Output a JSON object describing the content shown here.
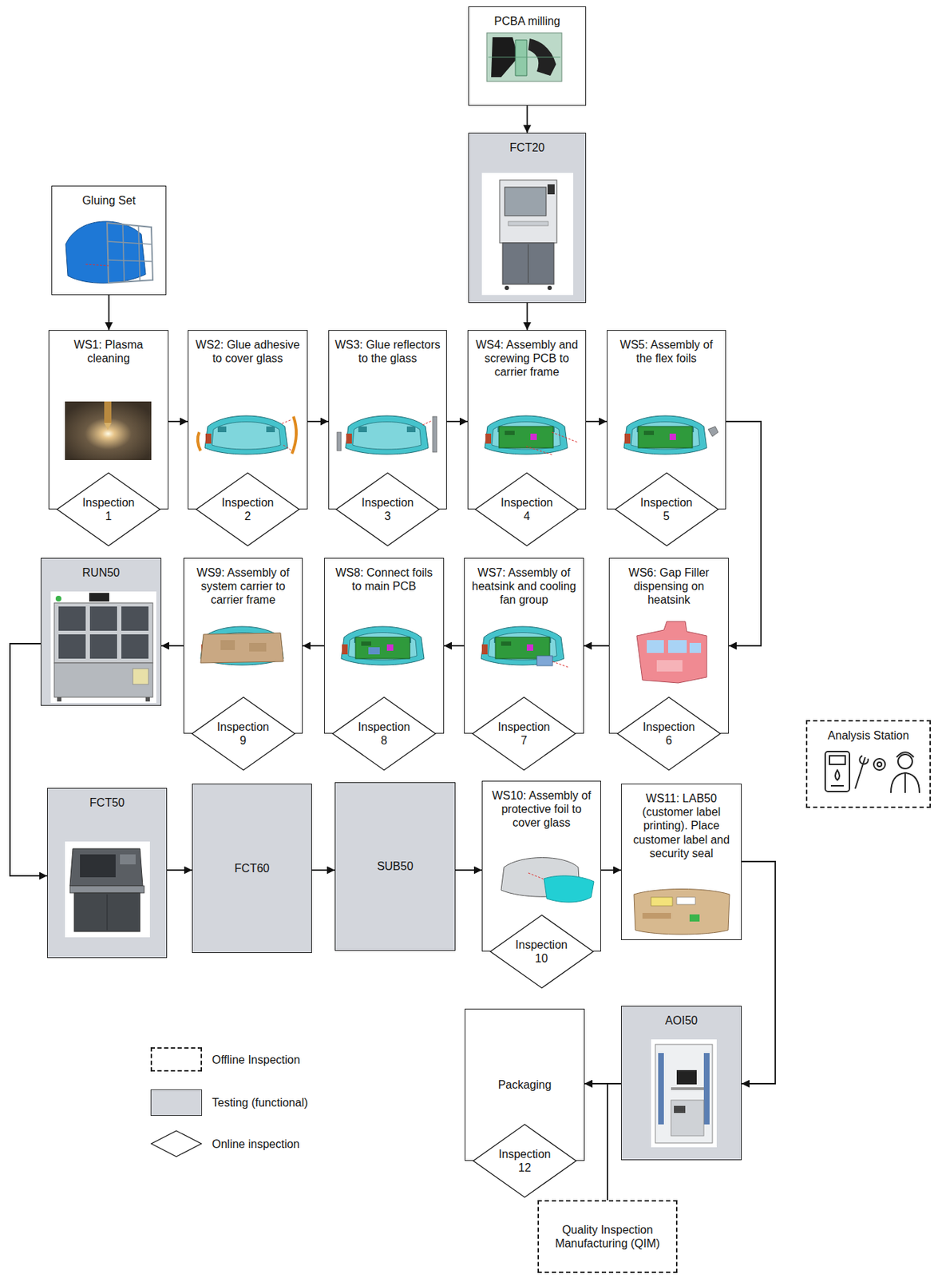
{
  "diagram": {
    "nodes": [
      {
        "text": [
          "PCBA milling"
        ]
      },
      {
        "text": [
          "FCT20"
        ]
      },
      {
        "text": [
          "Gluing Set"
        ]
      },
      {
        "text": [
          "WS1: Plasma cleaning"
        ]
      },
      {
        "text": [
          "Inspection 1"
        ],
        "in": 3
      },
      {
        "text": [
          "WS2: Glue adhesive to cover glass"
        ]
      },
      {
        "text": [
          "Inspection 2"
        ],
        "in": 5
      },
      {
        "text": [
          "WS3: Glue reflectors to the glass"
        ]
      },
      {
        "text": [
          "Inspection 3"
        ],
        "in": 7
      },
      {
        "text": [
          "WS4: Assembly and screwing PCB to carrier frame"
        ]
      },
      {
        "text": [
          "Inspection 4"
        ],
        "in": 9
      },
      {
        "text": [
          "WS5: Assembly of the flex foils"
        ]
      },
      {
        "text": [
          "Inspection 5"
        ],
        "in": 11
      },
      {
        "text": [
          "RUN50"
        ]
      },
      {
        "text": [
          "WS9: Assembly of system carrier to carrier frame"
        ]
      },
      {
        "text": [
          "Inspection 9"
        ],
        "in": 14
      },
      {
        "text": [
          "WS8: Connect foils to main PCB"
        ]
      },
      {
        "text": [
          "Inspection 8"
        ],
        "in": 16
      },
      {
        "text": [
          "WS7: Assembly of heatsink and cooling fan group"
        ]
      },
      {
        "text": [
          "Inspection 7"
        ],
        "in": 18
      },
      {
        "text": [
          "WS6: Gap Filler dispensing on heatsink"
        ]
      },
      {
        "text": [
          "Inspection 6"
        ],
        "in": 20
      },
      {
        "text": [
          "Analysis Station"
        ]
      },
      {
        "text": [
          "FCT50"
        ]
      },
      {
        "text": [
          "FCT60"
        ]
      },
      {
        "text": [
          "SUB50"
        ]
      },
      {
        "text": [
          "WS10: Assembly of protective foil to cover glass"
        ]
      },
      {
        "text": [
          "Inspection 10"
        ],
        "in": 26
      },
      {
        "text": [
          "WS11: LAB50 (customer label printing). Place customer label and security seal"
        ]
      },
      {
        "text": [
          "Packaging"
        ]
      },
      {
        "text": [
          "Inspection 12"
        ],
        "in": 29
      },
      {
        "text": [
          "AOI50"
        ]
      },
      {
        "text": [
          "Quality Inspection Manufacturing (QIM)"
        ]
      }
    ],
    "edges": [
      {
        "from": 0,
        "to": 1,
        "arrow": "to"
      },
      {
        "from": 1,
        "to": 9,
        "arrow": "to"
      },
      {
        "from": 2,
        "to": 3,
        "arrow": "to"
      },
      {
        "from": 3,
        "to": 5,
        "arrow": "to"
      },
      {
        "from": 5,
        "to": 7,
        "arrow": "to"
      },
      {
        "from": 7,
        "to": 9,
        "arrow": "to"
      },
      {
        "from": 9,
        "to": 11,
        "arrow": "to"
      },
      {
        "from": 11,
        "to": 20,
        "arrow": "to"
      },
      {
        "from": 20,
        "to": 18,
        "arrow": "to"
      },
      {
        "from": 18,
        "to": 16,
        "arrow": "to"
      },
      {
        "from": 16,
        "to": 14,
        "arrow": "to"
      },
      {
        "from": 14,
        "to": 13,
        "arrow": "to"
      },
      {
        "from": 13,
        "to": 23,
        "arrow": "to"
      },
      {
        "from": 23,
        "to": 24,
        "arrow": "to"
      },
      {
        "from": 24,
        "to": 25,
        "arrow": "to"
      },
      {
        "from": 25,
        "to": 26,
        "arrow": "to"
      },
      {
        "from": 26,
        "to": 28,
        "arrow": "to"
      },
      {
        "from": 28,
        "to": 31,
        "arrow": "to"
      },
      {
        "from": 31,
        "to": 29,
        "arrow": "to"
      },
      {
        "from": 32,
        "to": 29,
        "arrow": "to"
      }
    ],
    "legend": [
      {
        "text": "Offline Inspection"
      },
      {
        "text": "Testing (functional)",
        "color": "#d3d6dc"
      },
      {
        "text": "Online inspection"
      }
    ]
  }
}
